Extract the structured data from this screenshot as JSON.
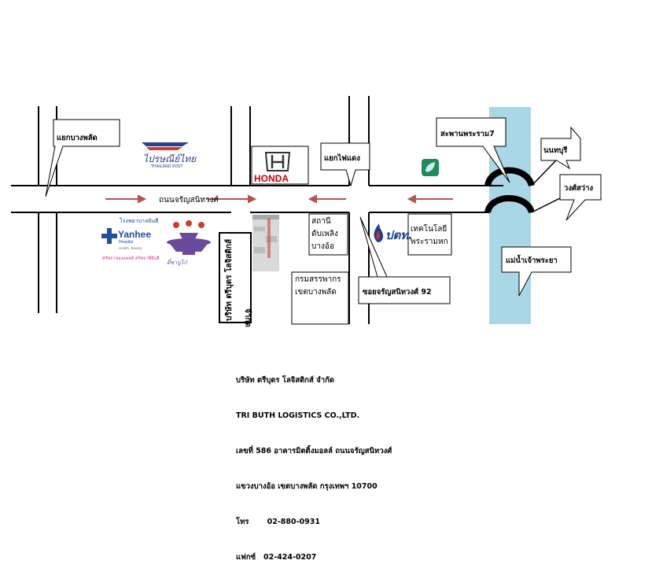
{
  "colors": {
    "road_line": "#000000",
    "river": "#a9d7e6",
    "arrow": "#b8524f",
    "honda_red": "#cc0000",
    "ptt_blue": "#1c3f91",
    "thaipost_blue": "#2b3d8f",
    "thaipost_red": "#d23a2a",
    "yanhee_blue": "#1f4da0",
    "yanhee_pink": "#d8328e",
    "hotpot_purple": "#6a4a9c",
    "bangchak_green": "#1e8c5a"
  },
  "roads": {
    "main_road": "ถนนจรัญสนิทวงศ์"
  },
  "callouts": {
    "bang_phlat_intersection": "แยกบางพลัด",
    "traffic_light_intersection": "แยกไฟแดง",
    "rama7_bridge": "สะพานพระราม7",
    "nonthaburi": "นนทบุรี",
    "wongsawang": "วงศ์สว่าง",
    "chao_phraya_river": "แม่น้ำเจ้าพระยา",
    "soi_92": "ซอยจรัญสนิทวงศ์ 92"
  },
  "landmarks": {
    "fire_station": [
      "สถานี",
      "ดับเพลิง",
      "บางอ้อ"
    ],
    "revenue_office": [
      "กรมสรรพากร",
      "เขตบางพลัด"
    ],
    "rama_tech": [
      "เทคโนโลยี",
      "พระรามหก"
    ],
    "company_vertical": [
      "บริษัท ตรีบุตร โลจิสติกส์",
      "จำกัด"
    ]
  },
  "logos": {
    "thaipost": {
      "thai": "ไปรษณีย์ไทย",
      "en": "THAILAND POST"
    },
    "honda": "HONDA",
    "ptt": "ปตท.",
    "yanhee": {
      "thai_name": "โรงพยาบาลยันฮี",
      "name": "Yanhee",
      "sub": "Hospital",
      "tag": "Health. Beauty",
      "slogan": "ศรัทธาของแพทย์ ศรัทธาที่ยันฮี"
    },
    "hotpot": "ตี๋ชาบูโก๋"
  },
  "icons": [
    "honda-logo-icon",
    "bangchak-icon",
    "ptt-flame-icon",
    "yanhee-cross-icon",
    "hotpot-icon",
    "arrow-right-icon",
    "arrow-left-icon",
    "bridge-arch-icon"
  ],
  "address": {
    "company_th": "บริษัท ตรีบุตร โลจิสติกส์ จำกัด",
    "company_en": "TRI BUTH LOGISTICS CO.,LTD.",
    "line1": "เลขที่ 586 อาคารมิตติ้งมอลล์ ถนนจรัญสนิทวงศ์",
    "line2": "แขวงบางอ้อ เขตบางพลัด กรุงเทพฯ 10700",
    "phone": "โทร       02-880-0931",
    "fax": "แฟกซ์   02-424-0207"
  }
}
